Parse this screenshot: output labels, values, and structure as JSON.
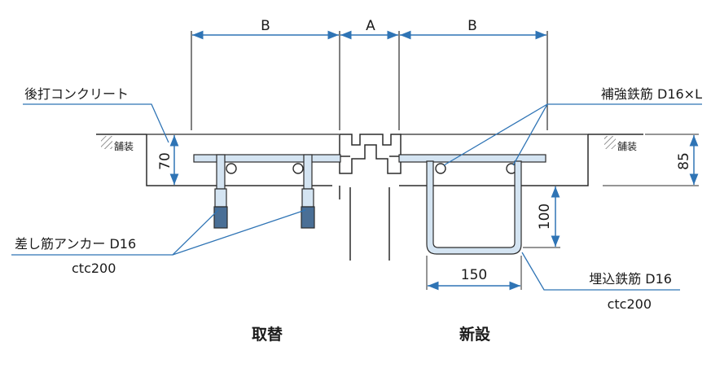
{
  "diagram": {
    "dimensions": {
      "b_left": "B",
      "a_gap": "A",
      "b_right": "B",
      "depth_70": "70",
      "depth_85": "85",
      "height_100": "100",
      "width_150": "150"
    },
    "labels": {
      "post_concrete": "後打コンクリート",
      "reinforcing_bar": "補強鉄筋 D16×L",
      "pavement_left": "舗装",
      "pavement_right": "舗装",
      "anchor_bar": "差し筋アンカー D16",
      "anchor_pitch": "ctc200",
      "embedded_bar": "埋込鉄筋 D16",
      "embedded_pitch": "ctc200"
    },
    "captions": {
      "replacement": "取替",
      "new_install": "新設"
    },
    "colors": {
      "line": "#2b2b2b",
      "leader": "#2f74b5",
      "rebar_fill": "#d4e4f2",
      "rebar_dark": "#4a6f96"
    }
  }
}
